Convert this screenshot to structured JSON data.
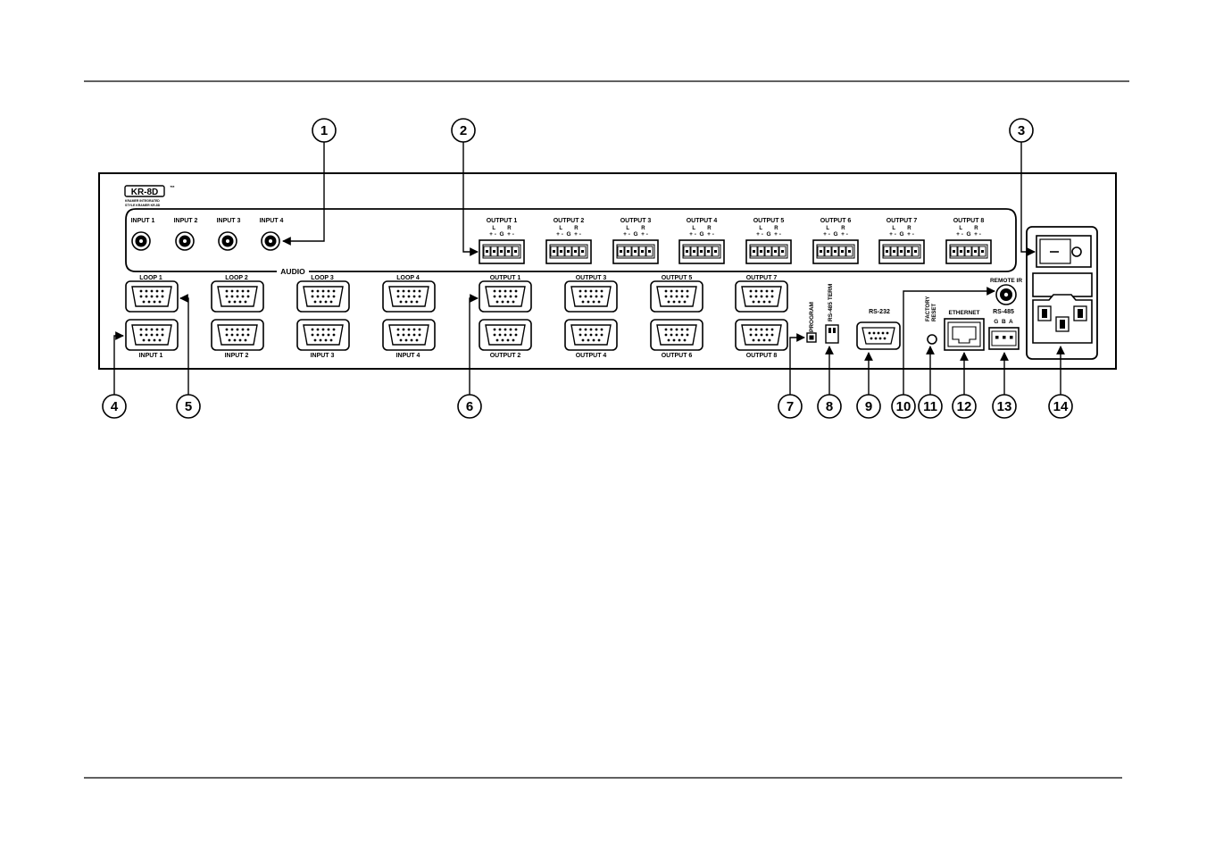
{
  "logo": {
    "brand": "KR-8D",
    "trademark": "™",
    "subtitle_1": "KRAMER INTEGRATED",
    "subtitle_2": "STYLE KRAMER KR-8D"
  },
  "audio": {
    "section_label": "AUDIO",
    "inputs": [
      "INPUT 1",
      "INPUT 2",
      "INPUT 3",
      "INPUT 4"
    ],
    "outputs": [
      "OUTPUT 1",
      "OUTPUT 2",
      "OUTPUT 3",
      "OUTPUT 4",
      "OUTPUT 5",
      "OUTPUT 6",
      "OUTPUT 7",
      "OUTPUT 8"
    ],
    "pin_top": "L        R",
    "pin_bottom": "+ -  G  + -"
  },
  "video": {
    "loops": [
      "LOOP 1",
      "LOOP 2",
      "LOOP 3",
      "LOOP 4"
    ],
    "inputs": [
      "INPUT 1",
      "INPUT 2",
      "INPUT 3",
      "INPUT 4"
    ],
    "outputs_top": [
      "OUTPUT 1",
      "OUTPUT 3",
      "OUTPUT 5",
      "OUTPUT 7"
    ],
    "outputs_bottom": [
      "OUTPUT 2",
      "OUTPUT 4",
      "OUTPUT 6",
      "OUTPUT 8"
    ]
  },
  "controls": {
    "program": "PROGRAM",
    "rs485_term": "RS-485 TERM",
    "rs232": "RS-232",
    "factory_reset_1": "FACTORY",
    "factory_reset_2": "RESET",
    "ethernet": "ETHERNET",
    "rs485": "RS-485",
    "rs485_pins": "G  B  A",
    "remote_ir": "REMOTE IR"
  },
  "callouts": [
    "1",
    "2",
    "3",
    "4",
    "5",
    "6",
    "7",
    "8",
    "9",
    "10",
    "11",
    "12",
    "13",
    "14"
  ]
}
